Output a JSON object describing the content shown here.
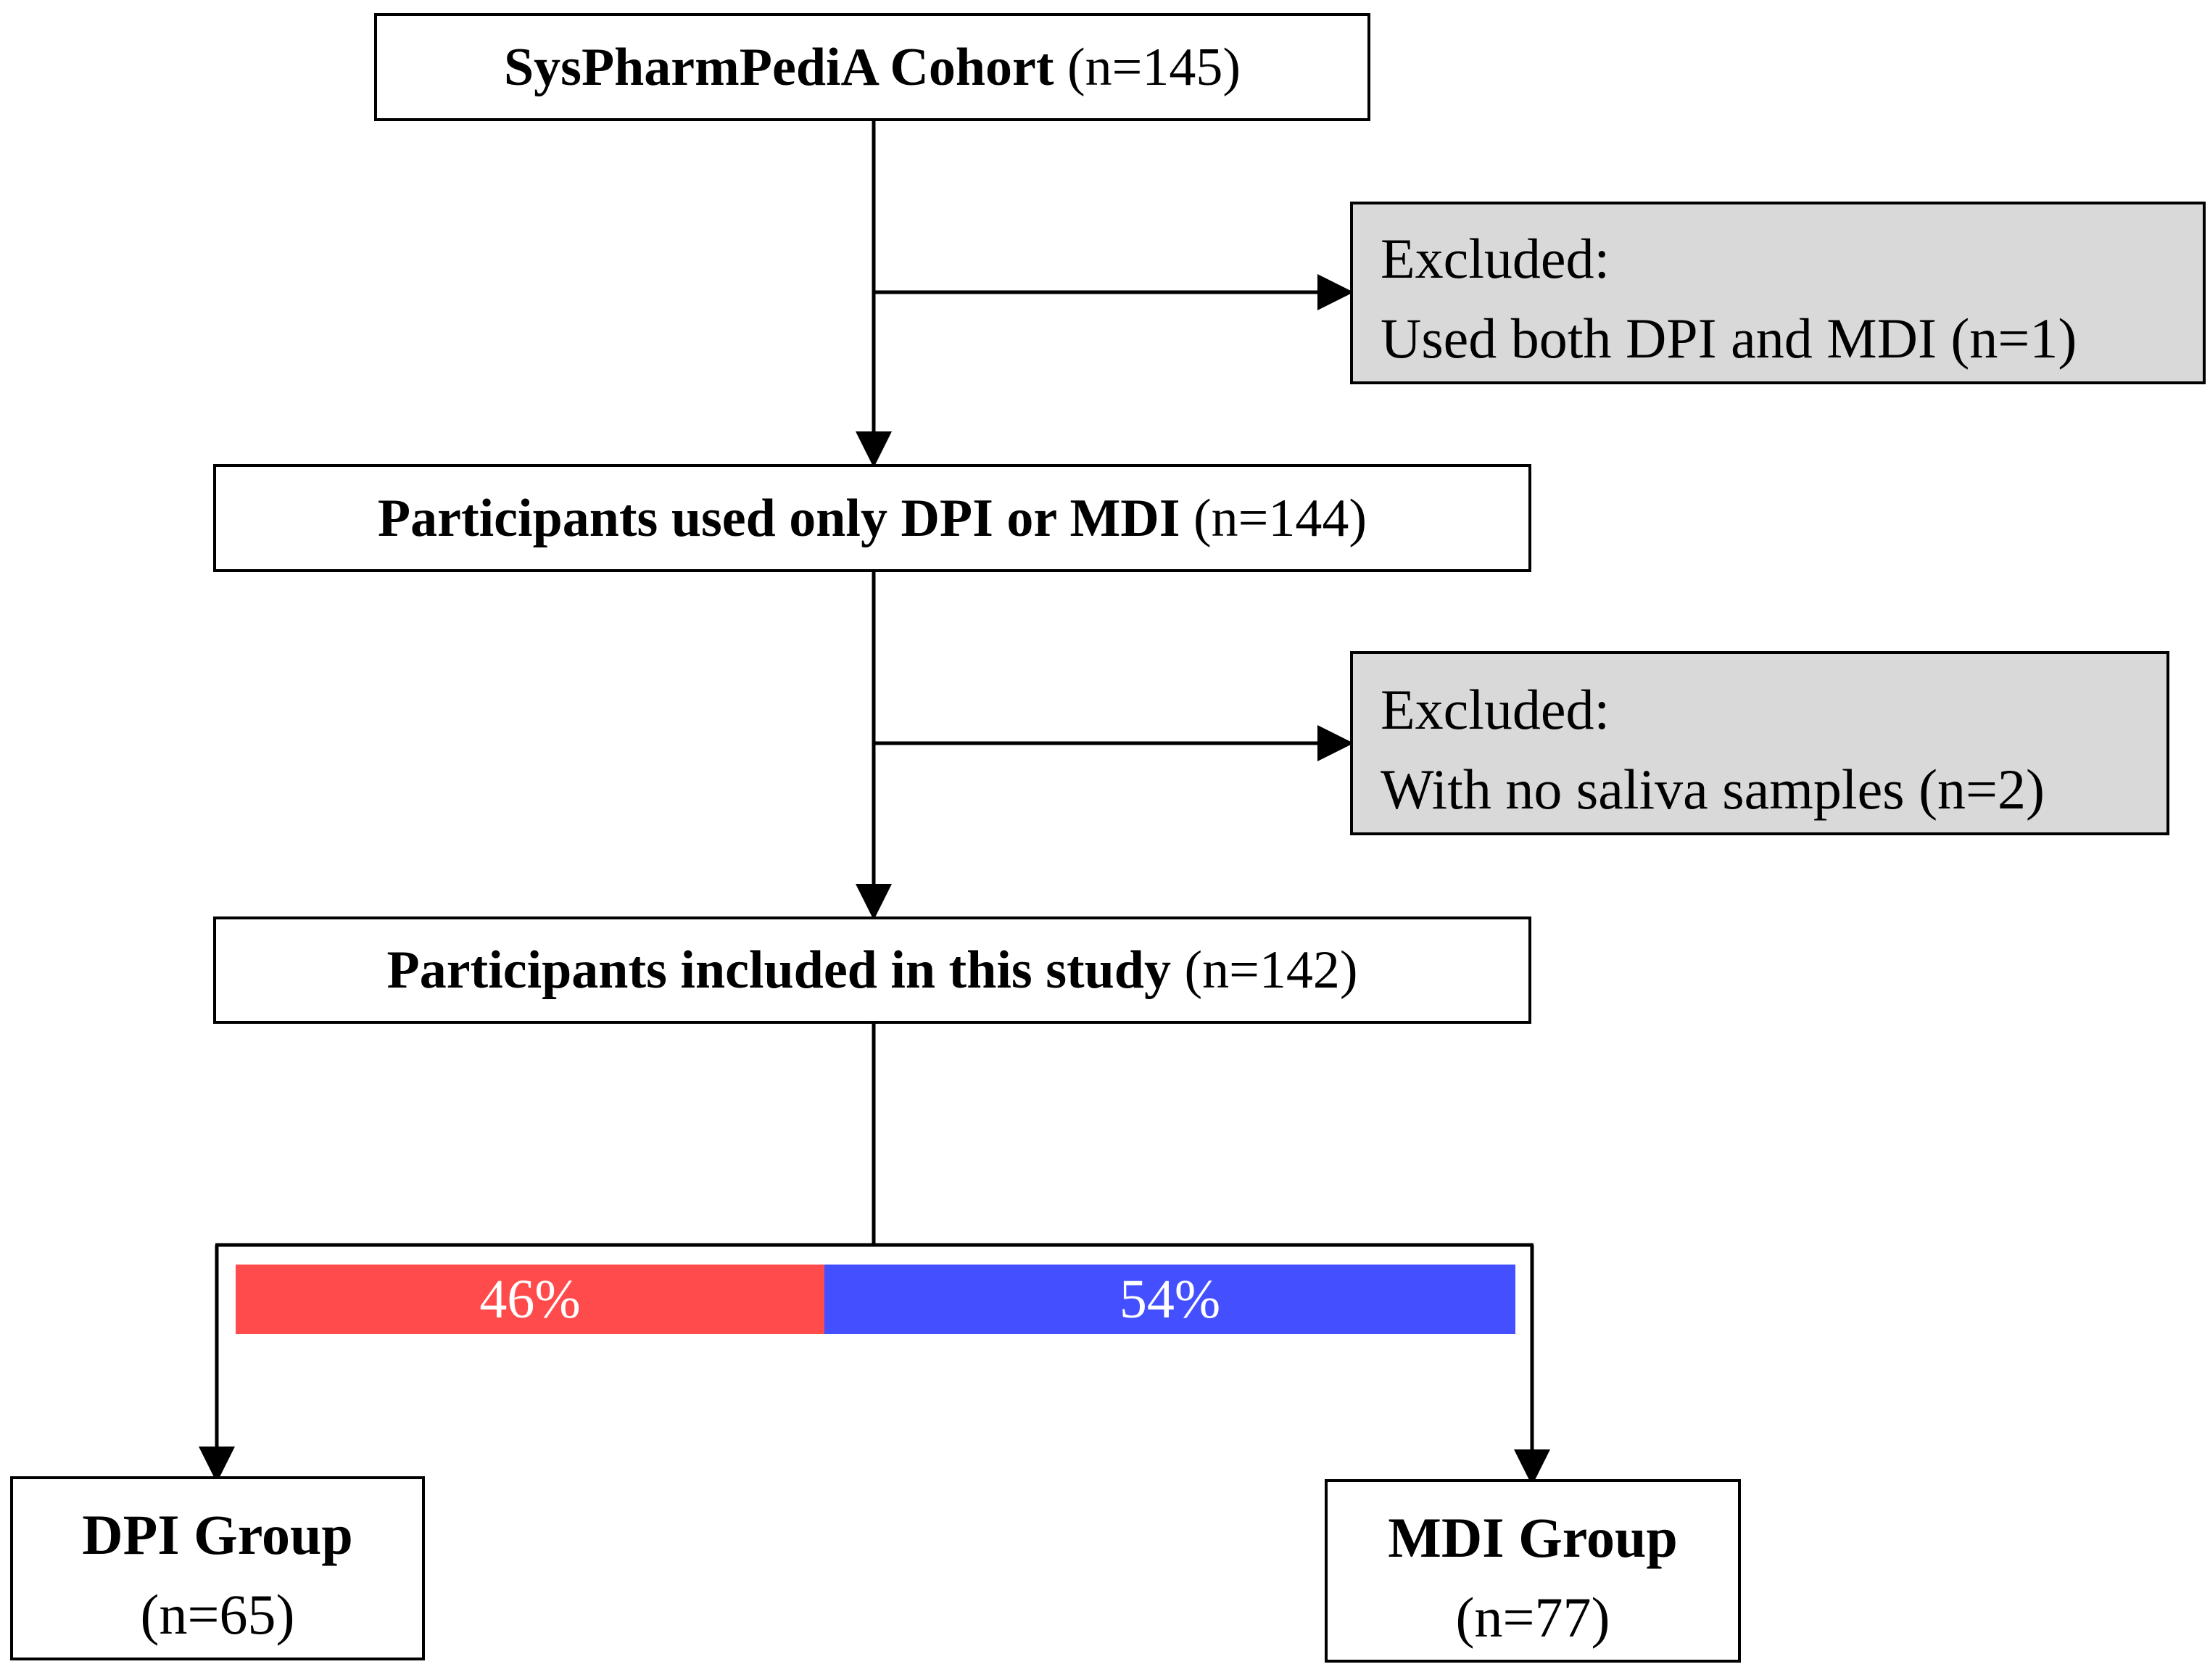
{
  "boxes": {
    "cohort": {
      "title": "SysPharmPediA Cohort",
      "count": "(n=145)"
    },
    "used_only": {
      "title": "Participants used only DPI or MDI",
      "count": "(n=144)"
    },
    "included": {
      "title": "Participants included in this study",
      "count": "(n=142)"
    },
    "excluded_1": {
      "heading": "Excluded:",
      "detail": "Used both DPI and MDI (n=1)"
    },
    "excluded_2": {
      "heading": "Excluded:",
      "detail": "With no saliva samples (n=2)"
    },
    "dpi_group": {
      "title": "DPI Group",
      "count": "(n=65)"
    },
    "mdi_group": {
      "title": "MDI Group",
      "count": "(n=77)"
    }
  },
  "split_bar": {
    "dpi": {
      "label": "46%",
      "fraction": 0.46,
      "color": "#ff4b4b"
    },
    "mdi": {
      "label": "54%",
      "fraction": 0.54,
      "color": "#4450ff"
    }
  },
  "colors": {
    "exclusion_fill": "#d9d9d9",
    "line": "#000000"
  }
}
